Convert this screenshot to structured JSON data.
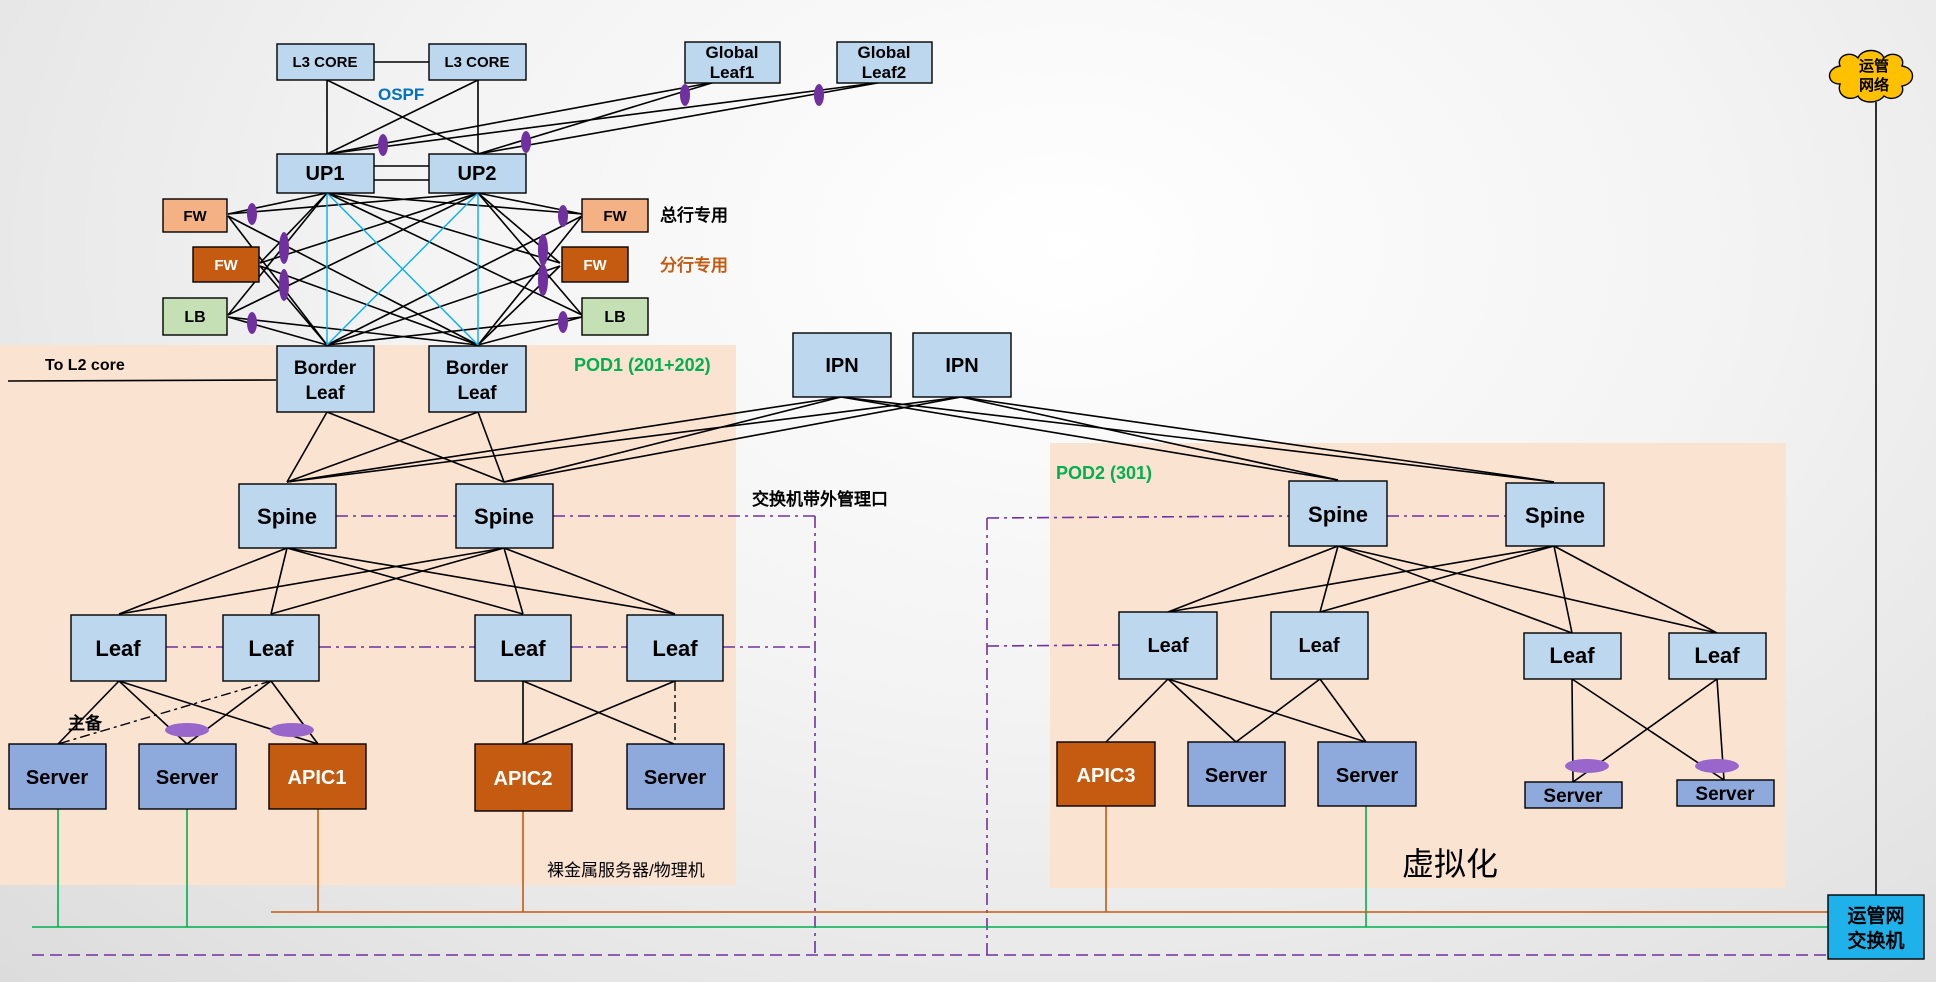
{
  "colors": {
    "pod_bg": "#fbe3d2",
    "node_blue": "#bdd7ee",
    "server_blue": "#8ea9db",
    "apic_orange": "#c55a11",
    "fw_light": "#f4b183",
    "lb_green": "#c5e0b4",
    "mgmt_switch": "#1fb1ea",
    "cloud": "#ffc000",
    "purple": "#7030a0",
    "cyan": "#00b0f0",
    "green_line": "#00b050",
    "orange_line": "#c55a11",
    "pod_label": "#00b050",
    "ospf": "#0070c0",
    "branch_label": "#c55a11"
  },
  "labels": {
    "ospf": "OSPF",
    "hq_only": "总行专用",
    "branch_only": "分行专用",
    "to_l2core": "To L2 core",
    "pod1": "POD1 (201+202)",
    "pod2": "POD2 (301)",
    "oob": "交换机带外管理口",
    "active_standby": "主备",
    "baremetal": "裸金属服务器/物理机",
    "virtualization": "虚拟化"
  },
  "nodes": {
    "l3core1": "L3 CORE",
    "l3core2": "L3 CORE",
    "gleaf1_l1": "Global",
    "gleaf1_l2": "Leaf1",
    "gleaf2_l1": "Global",
    "gleaf2_l2": "Leaf2",
    "up1": "UP1",
    "up2": "UP2",
    "fw_hq_left": "FW",
    "fw_hq_right": "FW",
    "fw_br_left": "FW",
    "fw_br_right": "FW",
    "lb_left": "LB",
    "lb_right": "LB",
    "border_l1": "Border",
    "border_l2": "Leaf",
    "ipn1": "IPN",
    "ipn2": "IPN",
    "spine": "Spine",
    "leaf": "Leaf",
    "server": "Server",
    "apic1": "APIC1",
    "apic2": "APIC2",
    "apic3": "APIC3",
    "cloud_l1": "运管",
    "cloud_l2": "网络",
    "mgmt_l1": "运管网",
    "mgmt_l2": "交换机"
  }
}
